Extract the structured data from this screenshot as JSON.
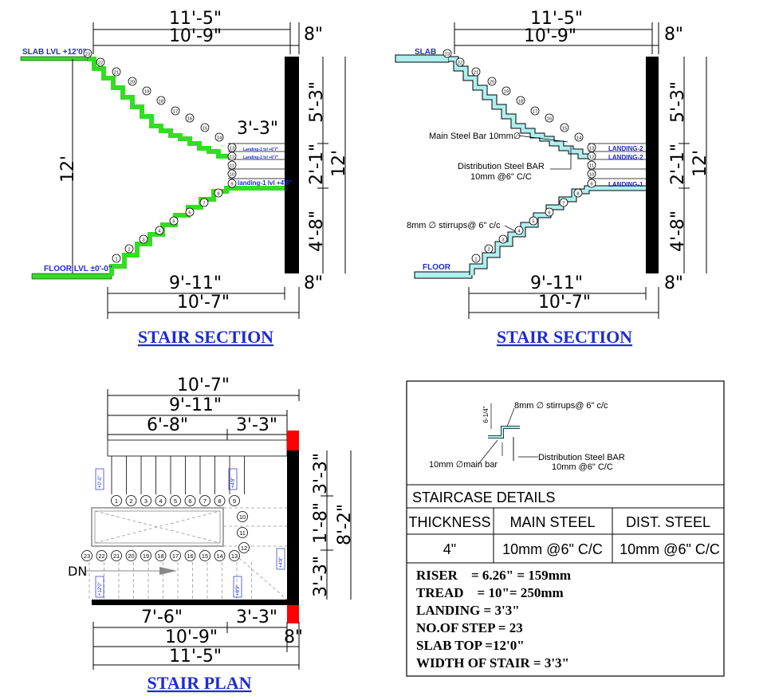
{
  "titles": {
    "section_left": "STAIR SECTION",
    "section_right": "STAIR SECTION",
    "plan": "STAIR PLAN"
  },
  "section_left": {
    "dim_total_width": "11'-5\"",
    "dim_flight_width": "10'-9\"",
    "dim_wall": "8\"",
    "dim_landing_width": "3'-3\"",
    "dim_upper_height": "5'-3\"",
    "dim_mid_height": "2'-1\"",
    "dim_lower_height": "4'-8\"",
    "dim_total_height": "12'",
    "dim_total_height_right": "12'",
    "dim_bottom_flight": "9'-11\"",
    "dim_bottom_total": "10'-7\"",
    "dim_bottom_wall": "8\"",
    "slab_label": "SLAB LVL +12'0\"",
    "floor_label": "FLOOR LVL ±0'-0\"",
    "landing1_label": "landing-1 lvl +4'8\"",
    "landing2_label": "Landing-2 lvl +6'7\"",
    "landing3_label": "Landing-2 lvl +6'7\""
  },
  "section_right": {
    "dim_total_width": "11'-5\"",
    "dim_flight_width": "10'-9\"",
    "dim_wall": "8\"",
    "dim_upper_height": "5'-3\"",
    "dim_mid_height": "2'-1\"",
    "dim_lower_height": "4'-8\"",
    "dim_total_height": "12'",
    "dim_bottom_flight": "9'-11\"",
    "dim_bottom_total": "10'-7\"",
    "dim_bottom_wall": "8\"",
    "slab_label": "SLAB",
    "floor_label": "FLOOR",
    "landing1_label": "LANDING-1",
    "landing2_label": "LANDING-2",
    "landing3_label": "LANDING-2",
    "note_main_bar": "Main Steel Bar 10mm∅",
    "note_dist_bar_1": "Distribution Steel BAR",
    "note_dist_bar_2": "10mm @6\" C/C",
    "note_stirrups": "8mm ∅ stirrups@ 6\" c/c"
  },
  "plan": {
    "dim_top_total": "10'-7\"",
    "dim_top_flight": "9'-11\"",
    "dim_top_steps": "6'-8\"",
    "dim_top_landing": "3'-3\"",
    "dim_right_upper": "3'-3\"",
    "dim_right_mid": "1'-8\"",
    "dim_right_lower": "3'-3\"",
    "dim_right_total": "8'-2\"",
    "dim_bottom_steps": "7'-6\"",
    "dim_bottom_landing": "3'-3\"",
    "dim_bottom_flight": "10'-9\"",
    "dim_bottom_wall": "8\"",
    "dim_bottom_total": "11'-5\"",
    "dn_label": "DN",
    "level_tags": [
      "+0'-0\"",
      "+4'8\"",
      "+12'0\"",
      "+6'9\"",
      "+4'8\""
    ]
  },
  "details": {
    "note_stirrups": "8mm ∅ stirrups@ 6\" c/c",
    "note_main": "10mm ∅main bar",
    "note_dist_1": "Distribution Steel BAR",
    "note_dist_2": "10mm @6\" C/C",
    "riser_dim": "6-1/4\"",
    "header": "STAIRCASE DETAILS",
    "table_headers": [
      "THICKNESS",
      "MAIN STEEL",
      "DIST. STEEL"
    ],
    "table_values": [
      "4\"",
      "10mm @6\" C/C",
      "10mm @6\" C/C"
    ],
    "specs": [
      "RISER    = 6.26\" = 159mm",
      "TREAD    = 10\"= 250mm",
      "LANDING = 3'3\"",
      "NO.OF STEP = 23",
      "SLAB TOP =12'0\"",
      "WIDTH OF STAIR = 3'3\""
    ]
  },
  "colors": {
    "concrete_green": "#33dd22",
    "concrete_cyan": "#aef0f0",
    "wall_black": "#000000",
    "wall_red": "#ff0000",
    "label_blue": "#1f2bd0"
  }
}
